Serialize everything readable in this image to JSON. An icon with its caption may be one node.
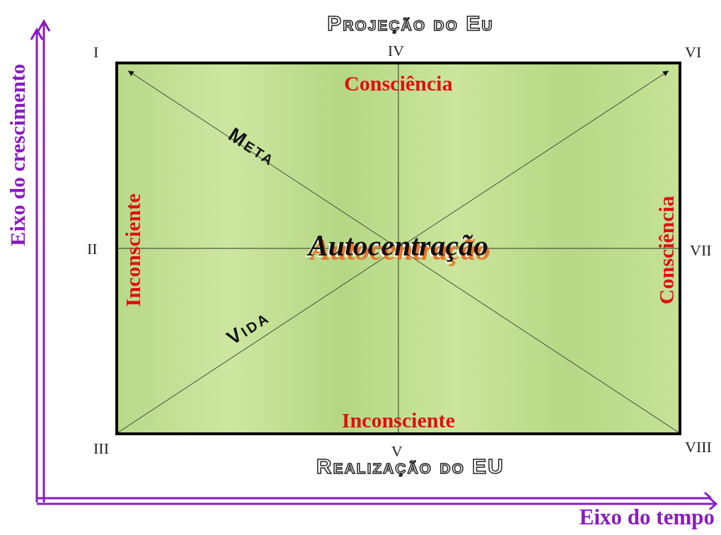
{
  "diagram": {
    "nodes": [
      {
        "text": [
          "Consciência",
          "Inconsciente",
          "Autocentração",
          "Consciência",
          "Inconsciente"
        ]
      }
    ],
    "labels": [
      "Projeção do Eu",
      "Eixo do crescimento",
      "I",
      "IV",
      "VI",
      "Meta",
      "II",
      "VII",
      "Vida",
      "III",
      "V",
      "VIII",
      "Realização do EU",
      "Eixo do tempo"
    ]
  }
}
